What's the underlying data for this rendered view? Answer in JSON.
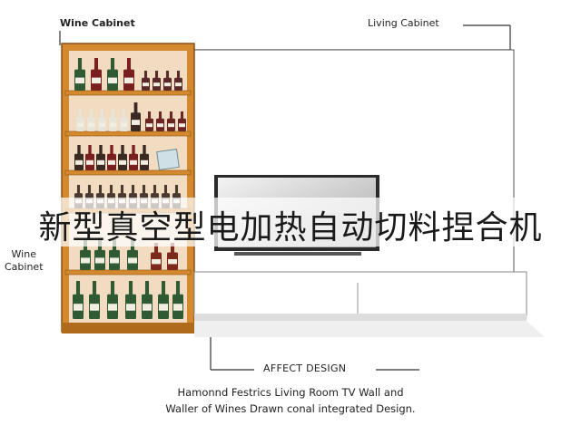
{
  "labels": {
    "wine_cabinet_top": "Wine Cabinet",
    "living_cabinet": "Living Cabinet",
    "wine_cabinet_side_line1": "Wine",
    "wine_cabinet_side_line2": "Cabinet",
    "affect_design": "AFFECT DESIGN"
  },
  "caption": {
    "line1": "Hamonnd Festrics Living Room TV Wall and",
    "line2": "Waller of Wines Drawn conal integrated Design."
  },
  "banner": {
    "text": "新型真空型电加热自动切料捏合机"
  },
  "colors": {
    "wood": "#d4892e",
    "wood_dark": "#b06a1c",
    "bottle_green": "#2f5a34",
    "bottle_red": "#7a1f1f",
    "line": "#333333"
  }
}
